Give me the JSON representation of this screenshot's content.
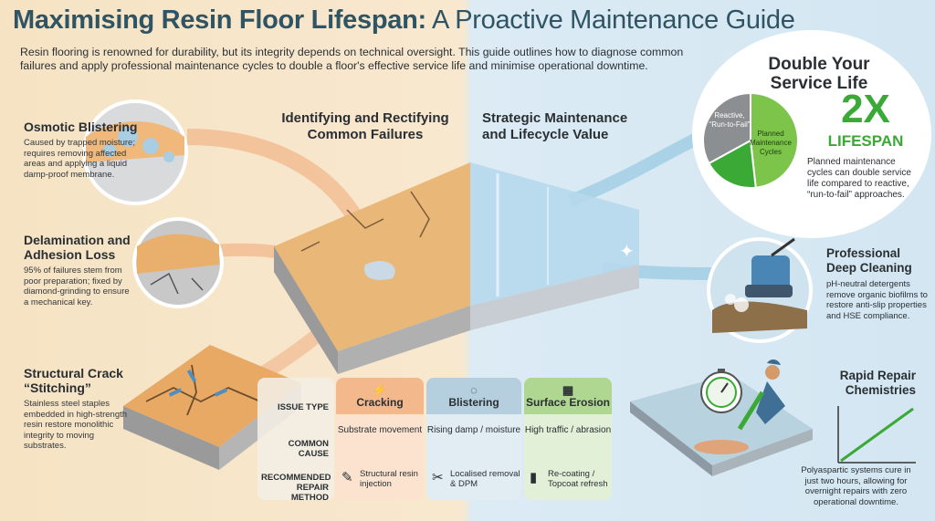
{
  "title": {
    "bold": "Maximising Resin Floor Lifespan:",
    "rest": " A Proactive Maintenance Guide"
  },
  "intro": "Resin flooring is renowned for durability, but its integrity depends on technical oversight. This guide outlines how to diagnose common failures and apply professional maintenance cycles to double a floor's effective service life and minimise operational downtime.",
  "left_items": [
    {
      "heading": "Osmotic Blistering",
      "text": "Caused by trapped moisture; requires removing affected areas and applying a liquid damp-proof membrane."
    },
    {
      "heading": "Delamination and Adhesion Loss",
      "text": "95% of failures stem from poor preparation; fixed by diamond-grinding to ensure a mechanical key."
    },
    {
      "heading": "Structural Crack “Stitching”",
      "text": "Stainless steel staples embedded in high-strength resin restore monolithic integrity to moving substrates."
    }
  ],
  "section_left": "Identifying and Rectifying Common Failures",
  "section_right": "Strategic Maintenance and Lifecycle Value",
  "service": {
    "heading": "Double Your Service Life",
    "pie_reactive": "Reactive, “Run-to-Fail”",
    "pie_planned": "Planned Maintenance Cycles",
    "big": "2X",
    "big_sub": "LIFESPAN",
    "text": "Planned maintenance cycles can double service life compared to reactive, “run-to-fail” approaches.",
    "share_planned": 0.67
  },
  "right_items": [
    {
      "heading": "Professional Deep Cleaning",
      "text": "pH-neutral detergents remove organic biofilms to restore anti-slip properties and HSE compliance."
    },
    {
      "heading": "Rapid Repair Chemistries",
      "text": "Polyaspartic systems cure in just two hours, allowing for overnight repairs with zero operational downtime."
    }
  ],
  "table": {
    "row_labels": [
      "ISSUE TYPE",
      "COMMON CAUSE",
      "RECOMMENDED REPAIR METHOD"
    ],
    "columns": [
      {
        "issue": "Cracking",
        "cause": "Substrate movement",
        "fix": "Structural resin injection",
        "color": "#f0a877"
      },
      {
        "issue": "Blistering",
        "cause": "Rising damp / moisture",
        "fix": "Localised removal & DPM",
        "color": "#a9c6d8"
      },
      {
        "issue": "Surface Erosion",
        "cause": "High traffic / abrasion",
        "fix": "Re-coating / Topcoat refresh",
        "color": "#a6d08a"
      }
    ]
  },
  "colors": {
    "title": "#2f5464",
    "green": "#3aa935",
    "orange": "#e8985f",
    "blue": "#6faed3"
  }
}
